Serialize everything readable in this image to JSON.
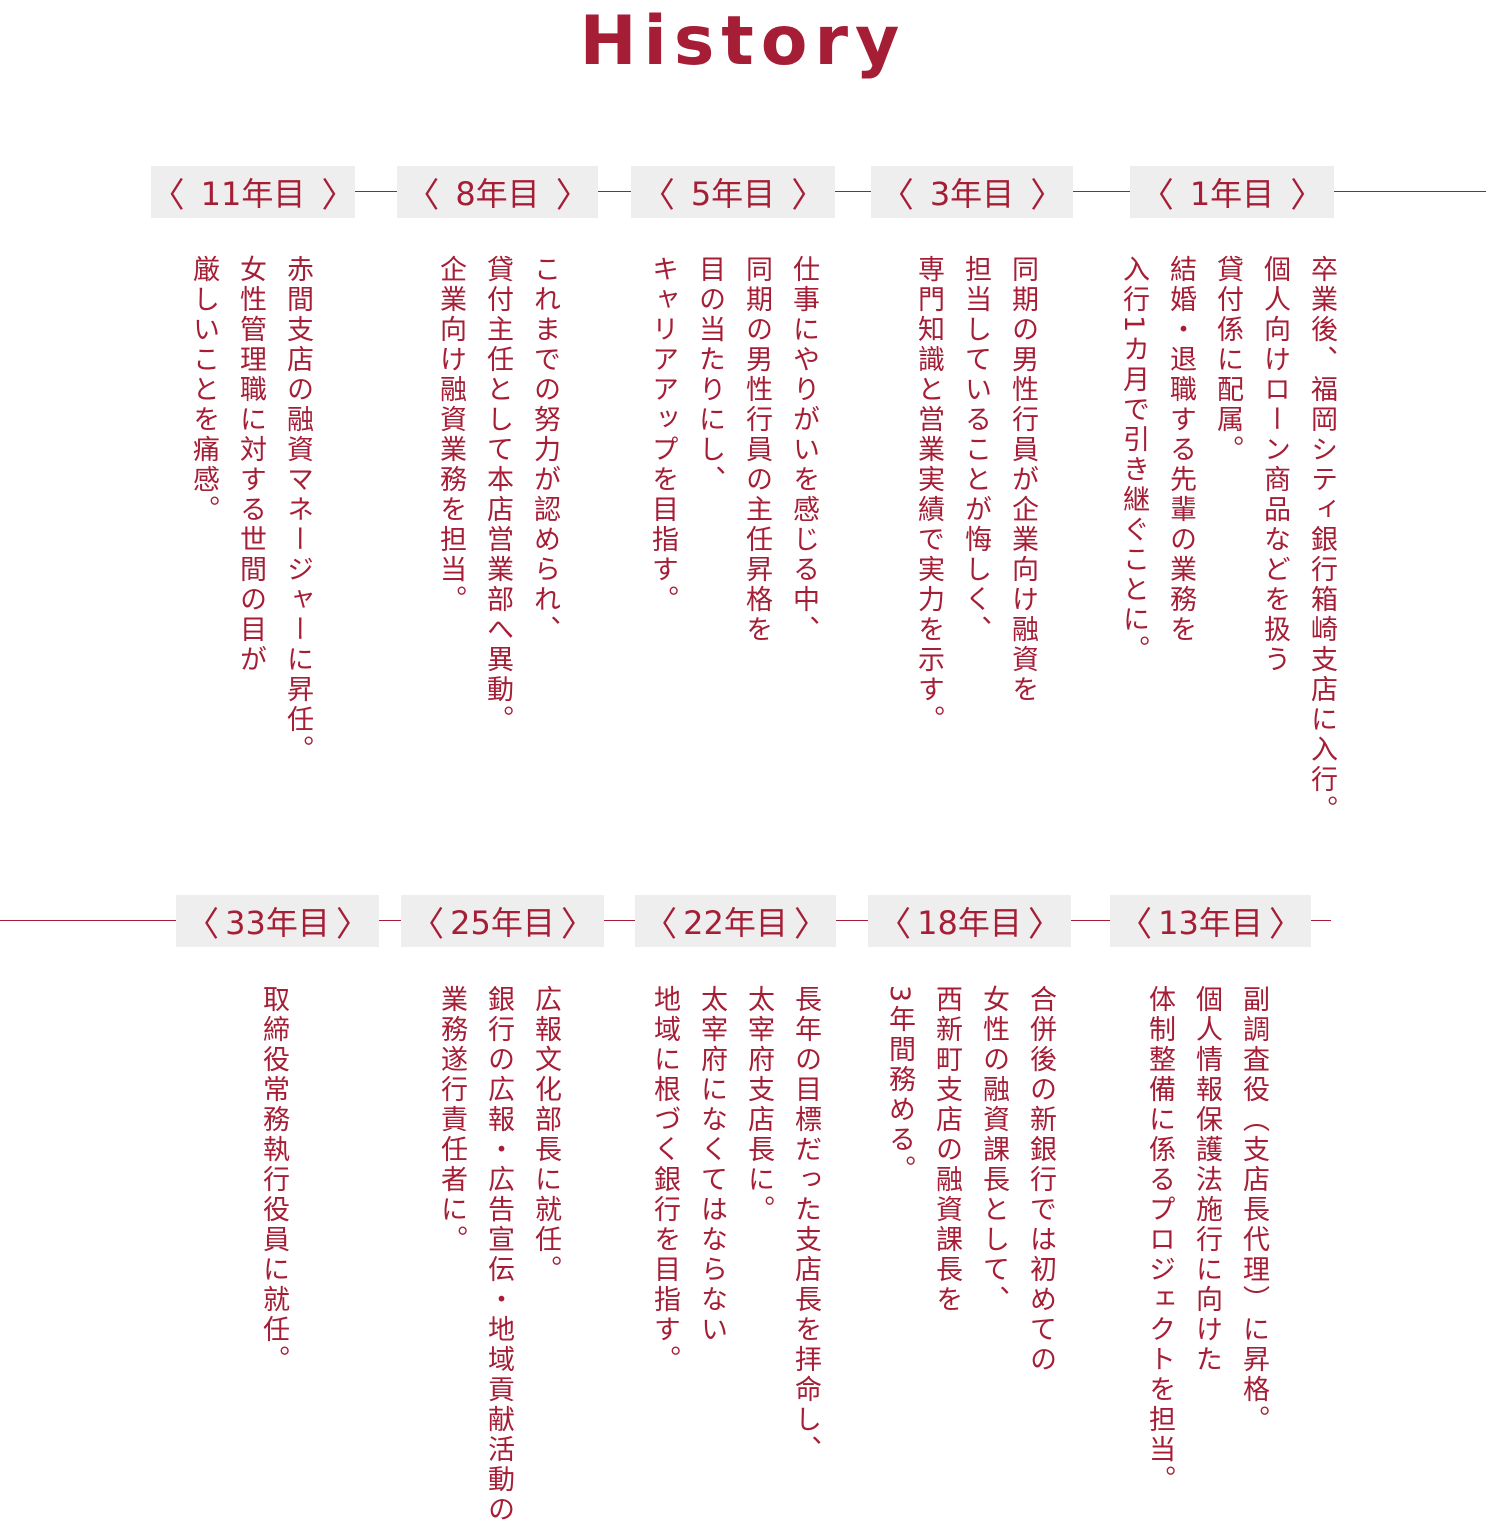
{
  "title": "History",
  "rows": [
    {
      "milestones": [
        {
          "label": "11年目",
          "lines": [
            "赤間支店の融資マネージャーに昇任。",
            "女性管理職に対する世間の目が",
            "厳しいことを痛感。"
          ]
        },
        {
          "label": "8年目",
          "lines": [
            "これまでの努力が認められ、",
            "貸付主任として本店営業部へ異動。",
            "企業向け融資業務を担当。"
          ]
        },
        {
          "label": "5年目",
          "lines": [
            "仕事にやりがいを感じる中、",
            "同期の男性行員の主任昇格を",
            "目の当たりにし、",
            "キャリアアップを目指す。"
          ]
        },
        {
          "label": "3年目",
          "lines": [
            "同期の男性行員が企業向け融資を",
            "担当していることが悔しく、",
            "専門知識と営業実績で実力を示す。"
          ]
        },
        {
          "label": "1年目",
          "lines": [
            "卒業後、福岡シティ銀行箱崎支店に入行。",
            "個人向けローン商品などを扱う",
            "貸付係に配属。",
            "結婚・退職する先輩の業務を",
            "入行1カ月で引き継ぐことに。"
          ]
        }
      ]
    },
    {
      "milestones": [
        {
          "label": "33年目",
          "lines": [
            "取締役常務執行役員に就任。"
          ]
        },
        {
          "label": "25年目",
          "lines": [
            "広報文化部長に就任。",
            "銀行の広報・広告宣伝・地域貢献活動の",
            "業務遂行責任者に。"
          ]
        },
        {
          "label": "22年目",
          "lines": [
            "長年の目標だった支店長を拝命し、",
            "太宰府支店長に。",
            "太宰府になくてはならない",
            "地域に根づく銀行を目指す。"
          ]
        },
        {
          "label": "18年目",
          "lines": [
            "合併後の新銀行では初めての",
            "女性の融資課長として、",
            "西新町支店の融資課長を",
            "3年間務める。"
          ]
        },
        {
          "label": "13年目",
          "lines": [
            "副調査役（支店長代理）に昇格。",
            "個人情報保護法施行に向けた",
            "体制整備に係るプロジェクトを担当。"
          ]
        }
      ]
    }
  ]
}
